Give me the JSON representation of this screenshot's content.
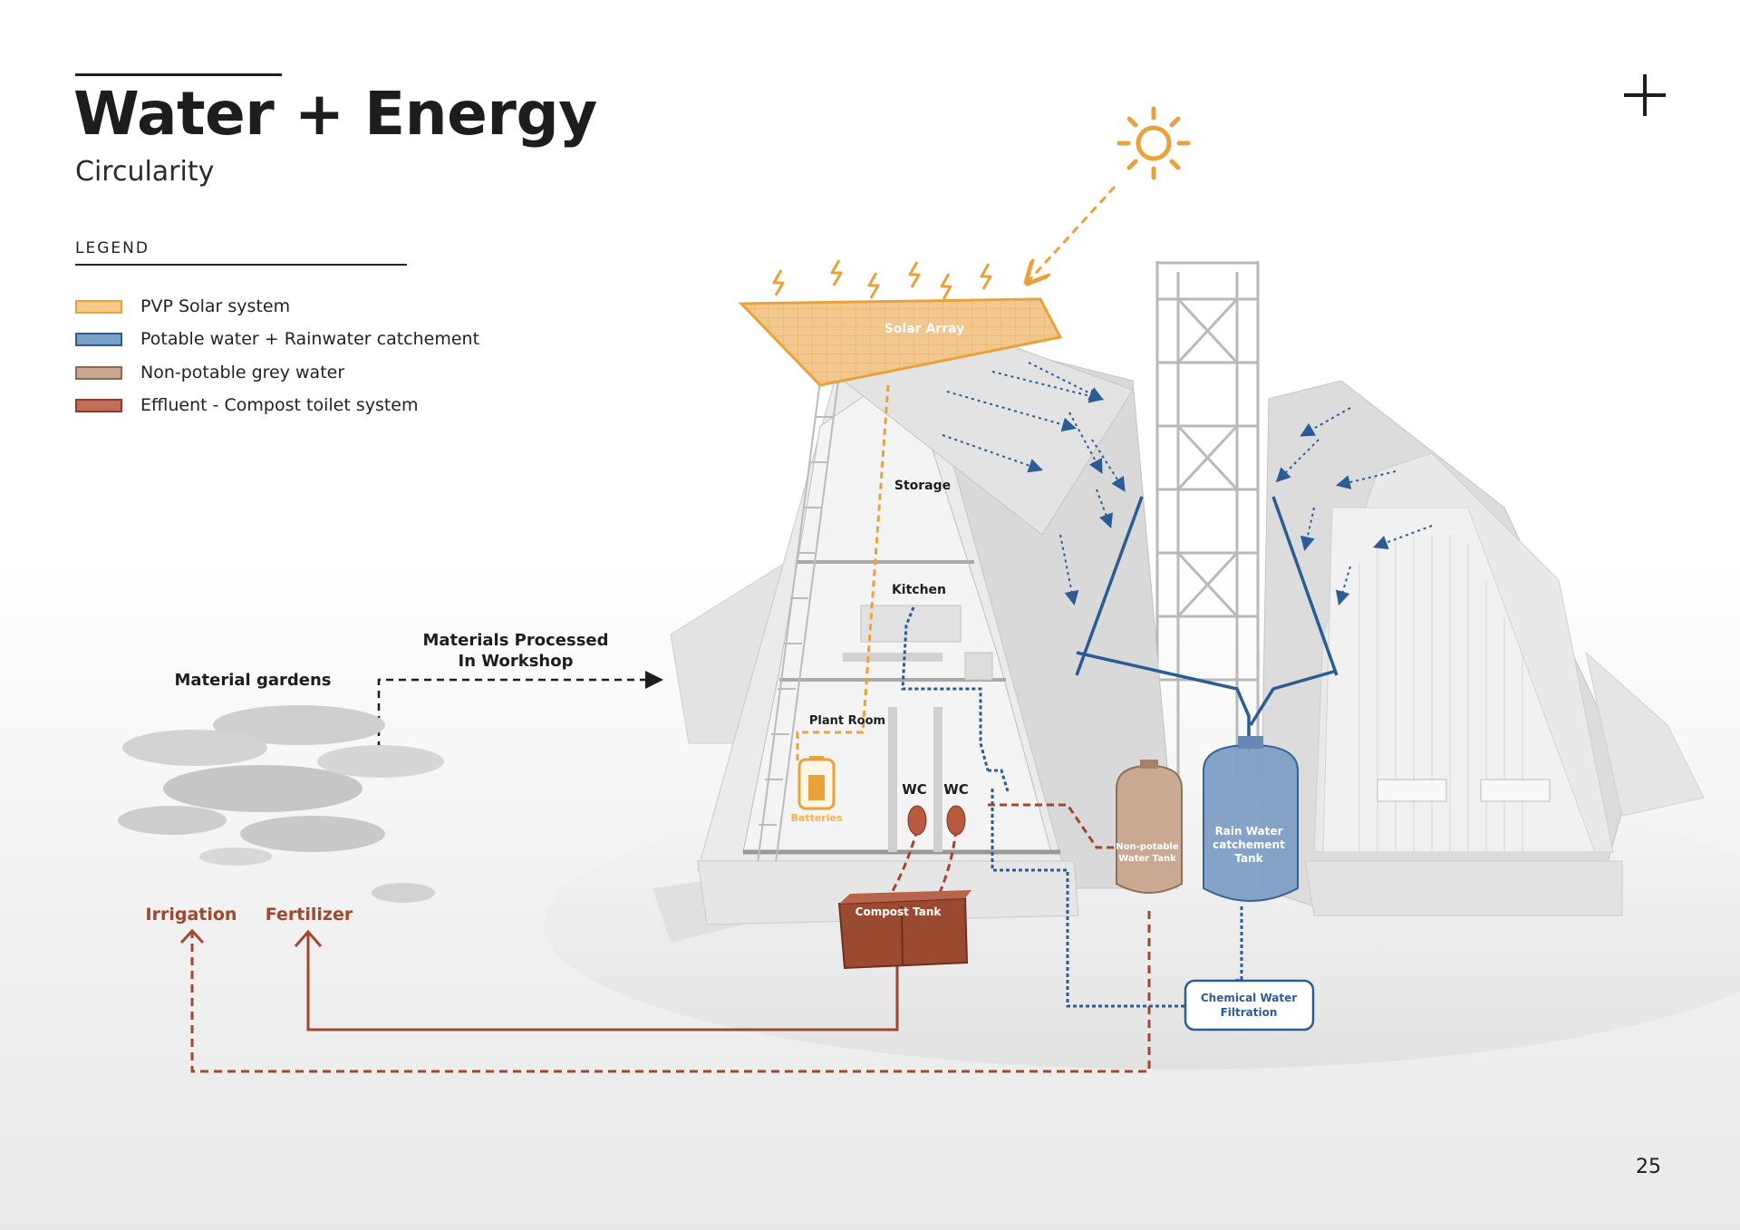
{
  "header": {
    "title": "Water + Energy",
    "subtitle": "Circularity"
  },
  "legend": {
    "title": "LEGEND",
    "items": [
      {
        "label": "PVP Solar system",
        "fill": "#f6cb8a",
        "stroke": "#e9a23b"
      },
      {
        "label": "Potable water + Rainwater catchement",
        "fill": "#7a9fc6",
        "stroke": "#2b5d94"
      },
      {
        "label": "Non-potable grey water",
        "fill": "#c9a78e",
        "stroke": "#8a6a55"
      },
      {
        "label": "Effluent - Compost toilet system",
        "fill": "#c0705a",
        "stroke": "#8c3a2b"
      }
    ]
  },
  "diagram": {
    "solar_array": "Solar Array",
    "storage": "Storage",
    "kitchen": "Kitchen",
    "plant_room": "Plant Room",
    "batteries": "Batteries",
    "wc_left": "WC",
    "wc_right": "WC",
    "compost_tank": "Compost Tank",
    "non_potable_tank": [
      "Non-potable",
      "Water Tank"
    ],
    "rain_tank": [
      "Rain Water",
      "catchement",
      "Tank"
    ],
    "chemical_filtration": [
      "Chemical Water",
      "Filtration"
    ],
    "materials_processed": [
      "Materials Processed",
      "In Workshop"
    ],
    "material_gardens": "Material gardens",
    "irrigation": "Irrigation",
    "fertilizer": "Fertilizer"
  },
  "colors": {
    "solar": "#e9a23b",
    "potable": "#2b5d94",
    "grey_water": "#8a6a55",
    "effluent": "#a0472f",
    "text_dark": "#1d1d1d"
  },
  "footer": {
    "page_number": "25"
  },
  "icons": [
    "plus-icon",
    "sun-icon",
    "lightning-icon",
    "battery-icon",
    "arrow-icon"
  ]
}
